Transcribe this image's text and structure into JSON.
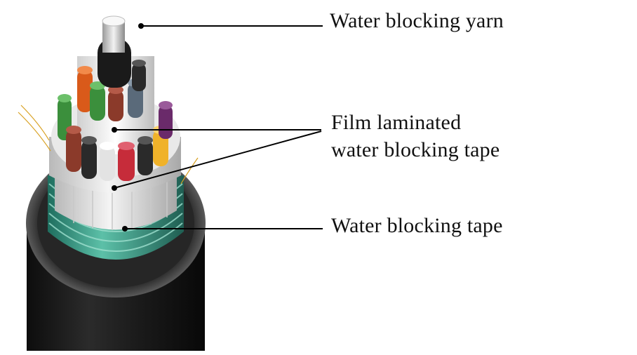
{
  "labels": {
    "water_blocking_yarn": "Water blocking yarn",
    "film_laminated_line1": "Film laminated",
    "film_laminated_line2": "water blocking tape",
    "water_blocking_tape": "Water blocking tape"
  },
  "colors": {
    "sheath": "#1a1a1a",
    "armor": "#3fa08c",
    "tape": "#e6e6e6",
    "leader_line": "#000000",
    "label_text": "#111111"
  },
  "tube_colors": [
    "#d95a1a",
    "#3b8f3c",
    "#8b3a2a",
    "#2a2a2a",
    "#c62c3a",
    "#e3e3e3",
    "#7a7a7a",
    "#f0b22a",
    "#6a2a6a",
    "#2f4f8f",
    "#8ec0d8",
    "#5c8a3a"
  ]
}
